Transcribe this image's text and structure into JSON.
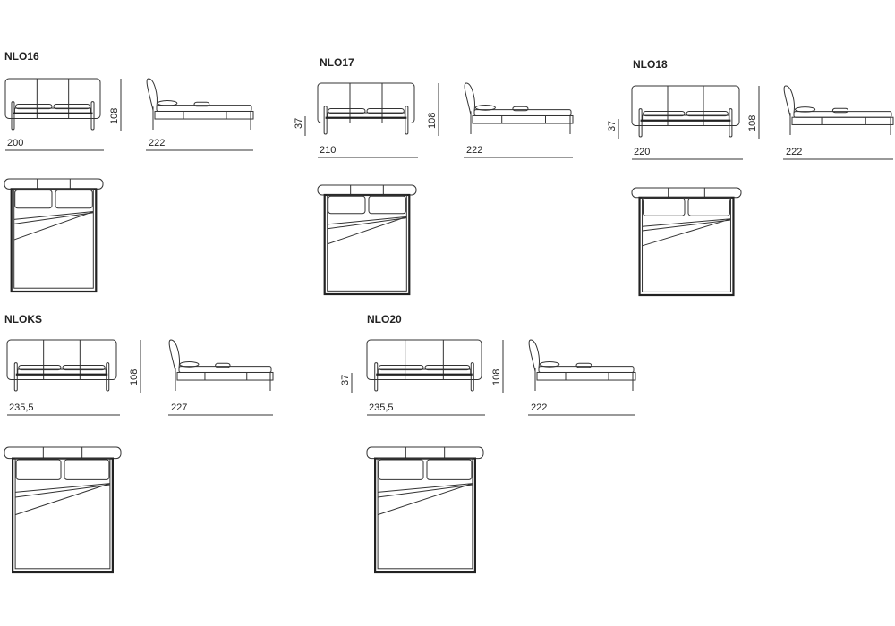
{
  "models": [
    {
      "name": "NLO16",
      "width": "200",
      "length": "222",
      "height": "108",
      "base_height": null
    },
    {
      "name": "NLO17",
      "width": "210",
      "length": "222",
      "height": "108",
      "base_height": "37"
    },
    {
      "name": "NLO18",
      "width": "220",
      "length": "222",
      "height": "108",
      "base_height": "37"
    },
    {
      "name": "NLOKS",
      "width": "235,5",
      "length": "227",
      "height": "108",
      "base_height": null
    },
    {
      "name": "NLO20",
      "width": "235,5",
      "length": "222",
      "height": "108",
      "base_height": "37"
    }
  ]
}
